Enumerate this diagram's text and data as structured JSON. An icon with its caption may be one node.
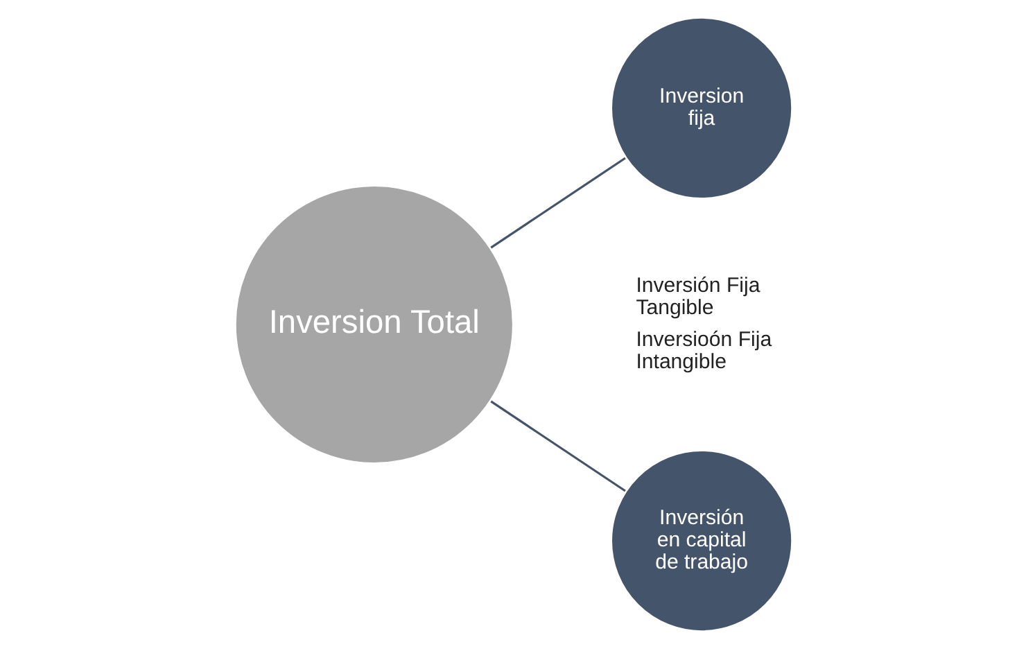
{
  "diagram": {
    "nodes": [
      {
        "text": [
          "Inversion Total"
        ]
      },
      {
        "text": [
          "Inversion fija"
        ],
        "beside": [
          "Inversión Fija Tangible",
          "Inversioón Fija Intangible"
        ]
      },
      {
        "text": [
          "Inversión en capital de trabajo"
        ]
      }
    ],
    "edges": [
      {
        "from": 0,
        "to": 1,
        "arrow": "none"
      },
      {
        "from": 0,
        "to": 2,
        "arrow": "none"
      }
    ]
  }
}
